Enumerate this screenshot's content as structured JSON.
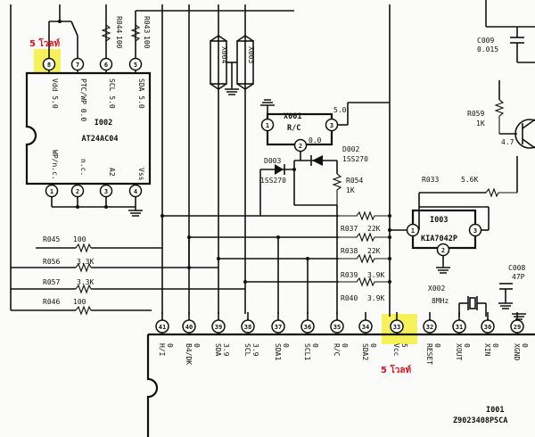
{
  "annotations": {
    "top_note": "5 โวลท์",
    "bottom_note": "5 โวลท์",
    "highlight_color": "#f4ef3c",
    "note_color": "#e0101a"
  },
  "ic_i002": {
    "ref": "I002",
    "part": "AT24AC04",
    "top_pins": [
      {
        "num": "8",
        "label": "Vdd 5.0"
      },
      {
        "num": "7",
        "label": "PTC/WP 0.0"
      },
      {
        "num": "6",
        "label": "SCL 5.0"
      },
      {
        "num": "5",
        "label": "SDA 5.0"
      }
    ],
    "bottom_pins": [
      {
        "num": "1",
        "label": "WP/n.c."
      },
      {
        "num": "2",
        "label": "n.c."
      },
      {
        "num": "3",
        "label": "A2"
      },
      {
        "num": "4",
        "label": "Vss"
      }
    ]
  },
  "resistors_top": {
    "r044": {
      "ref": "R044",
      "value": "100"
    },
    "r043": {
      "ref": "R043",
      "value": "100"
    }
  },
  "x004": "X004",
  "x003": "X003",
  "x001": {
    "ref": "X001",
    "part": "R/C",
    "voltage": "5.0",
    "pin_values": [
      "1",
      "3"
    ],
    "bottom_value": "0.0",
    "bottom_pin": "2"
  },
  "diodes": {
    "d003": {
      "ref": "D003",
      "part": "1SS270"
    },
    "d002": {
      "ref": "D002",
      "part": "1SS270"
    }
  },
  "resistors_right": {
    "r054": {
      "ref": "R054",
      "value": "1K"
    },
    "r033": {
      "ref": "R033",
      "value": "5.6K"
    },
    "r037": {
      "ref": "R037",
      "value": "22K"
    },
    "r038": {
      "ref": "R038",
      "value": "22K"
    },
    "r039": {
      "ref": "R039",
      "value": "3.9K"
    },
    "r040": {
      "ref": "R040",
      "value": "3.9K"
    }
  },
  "resistors_left": {
    "r045": {
      "ref": "R045",
      "value": "100"
    },
    "r056": {
      "ref": "R056",
      "value": "3.3K"
    },
    "r057": {
      "ref": "R057",
      "value": "3.3K"
    },
    "r046": {
      "ref": "R046",
      "value": "100"
    }
  },
  "ic_i003": {
    "ref": "I003",
    "part": "KIA7042P",
    "pins": [
      "1",
      "3",
      "2"
    ]
  },
  "x002": {
    "ref": "X002",
    "freq": "8MHz"
  },
  "c009": {
    "ref": "C009",
    "value": "0.015"
  },
  "r059": {
    "ref": "R059",
    "value": "1K"
  },
  "c008": {
    "ref": "C008",
    "value": "47P"
  },
  "transistor_pin": "4.7",
  "ic_i001": {
    "ref": "I001",
    "part": "Z9023408PSCA",
    "pins": [
      {
        "num": "41",
        "label": "H/I"
      },
      {
        "num": "40",
        "label": "B4/DK"
      },
      {
        "num": "39",
        "label": "SDA"
      },
      {
        "num": "38",
        "label": "SCL"
      },
      {
        "num": "37",
        "label": "SDA1"
      },
      {
        "num": "36",
        "label": "SCL1"
      },
      {
        "num": "35",
        "label": "R/C"
      },
      {
        "num": "34",
        "label": "SDA2"
      },
      {
        "num": "33",
        "label": "Vcc"
      },
      {
        "num": "32",
        "label": "RESET"
      },
      {
        "num": "31",
        "label": "XOUT"
      },
      {
        "num": "30",
        "label": "XIN"
      },
      {
        "num": "29",
        "label": "XGND"
      }
    ],
    "pin_voltages": [
      "0",
      "0",
      "3.9",
      "3.9",
      "0",
      "0",
      "0",
      "0",
      "5",
      "0",
      "0",
      "0",
      "0"
    ]
  }
}
